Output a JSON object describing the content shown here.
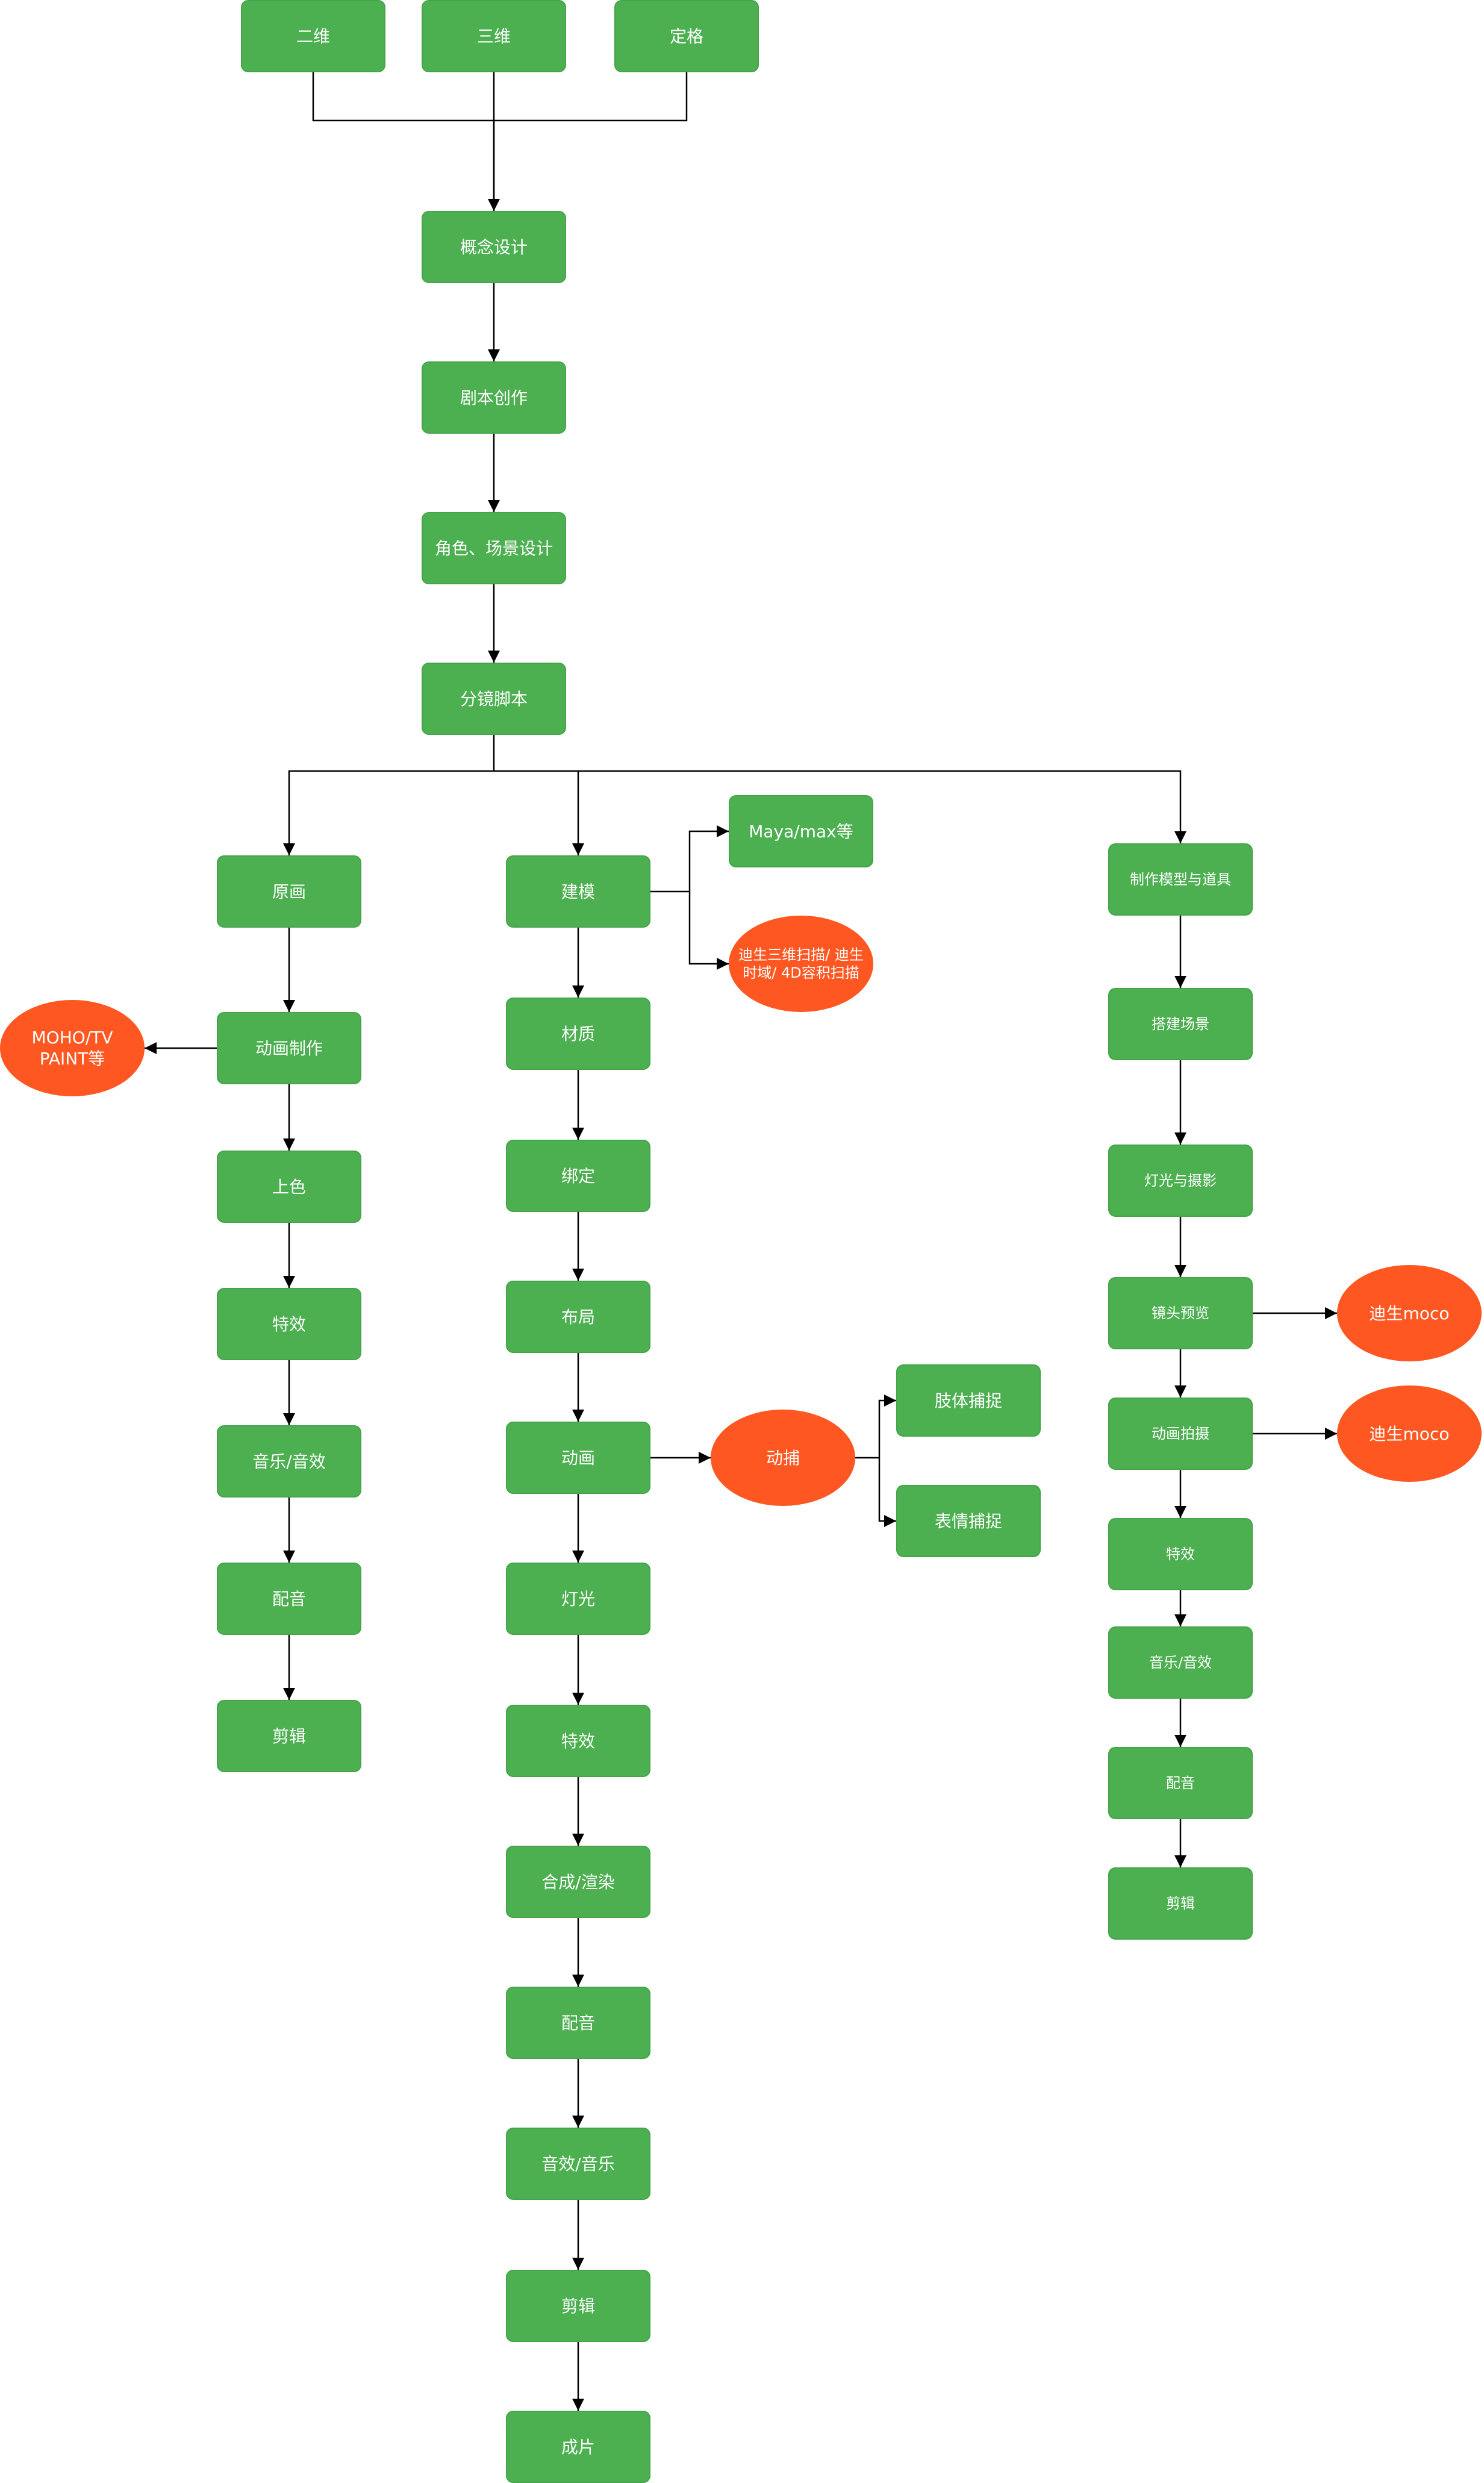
{
  "nodes": {
    "erwei": "二维",
    "sanwei": "三维",
    "dingge": "定格",
    "gainian": "概念设计",
    "juben": "剧本创作",
    "juese": "角色、场景设计",
    "fenjing": "分镜脚本",
    "yuanhua": "原画",
    "donghua_zhizuo": "动画制作",
    "moho": "MOHO/TV PAINT等",
    "shangse": "上色",
    "texiao_2d": "特效",
    "yinyue_2d": "音乐/音效",
    "peiyin_2d": "配音",
    "jianji_2d": "剪辑",
    "jianmo": "建模",
    "maya": "Maya/max等",
    "saomiao": "迪生三维扫描/ 迪生时域/ 4D容积扫描",
    "caizhi": "材质",
    "bangding": "绑定",
    "buju": "布局",
    "donghua_3d": "动画",
    "dongbu": "动捕",
    "zhiti": "肢体捕捉",
    "biaoqing": "表情捕捉",
    "dengguang_3d": "灯光",
    "texiao_3d": "特效",
    "hecheng": "合成/渲染",
    "peiyin_3d": "配音",
    "yinxiao_3d": "音效/音乐",
    "jianji_3d": "剪辑",
    "chengpian": "成片",
    "moxing": "制作模型与道具",
    "dajian": "搭建场景",
    "dengguang_sm": "灯光与摄影",
    "jingtou": "镜头预览",
    "moco1": "迪生moco",
    "paishe": "动画拍摄",
    "moco2": "迪生moco",
    "texiao_sm": "特效",
    "yinyue_sm": "音乐/音效",
    "peiyin_sm": "配音",
    "jianji_sm": "剪辑"
  },
  "colors": {
    "box_fill": "#4caf50",
    "oval_fill": "#ff5722",
    "text": "#ffffff",
    "edge": "#000000"
  }
}
